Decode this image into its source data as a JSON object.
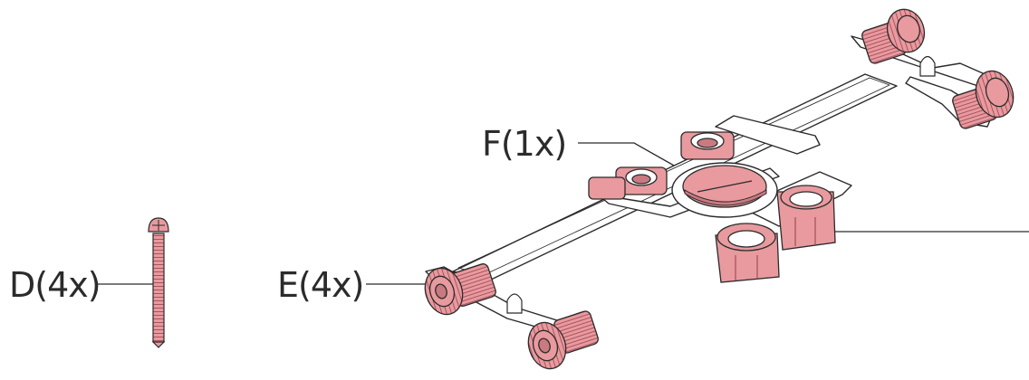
{
  "labels": {
    "d": "D(4x)",
    "e": "E(4x)",
    "f": "F(1x)"
  },
  "colors": {
    "part_fill": "#e89a9f",
    "part_dark": "#b7606a",
    "part_shadow": "#c97a81",
    "outline": "#2b2b2b",
    "frame_fill": "#ffffff"
  },
  "icons": {
    "screw": "screw-icon",
    "foot": "adjustable-foot-icon",
    "cap": "cap-icon",
    "frame": "packaging-frame-icon"
  }
}
